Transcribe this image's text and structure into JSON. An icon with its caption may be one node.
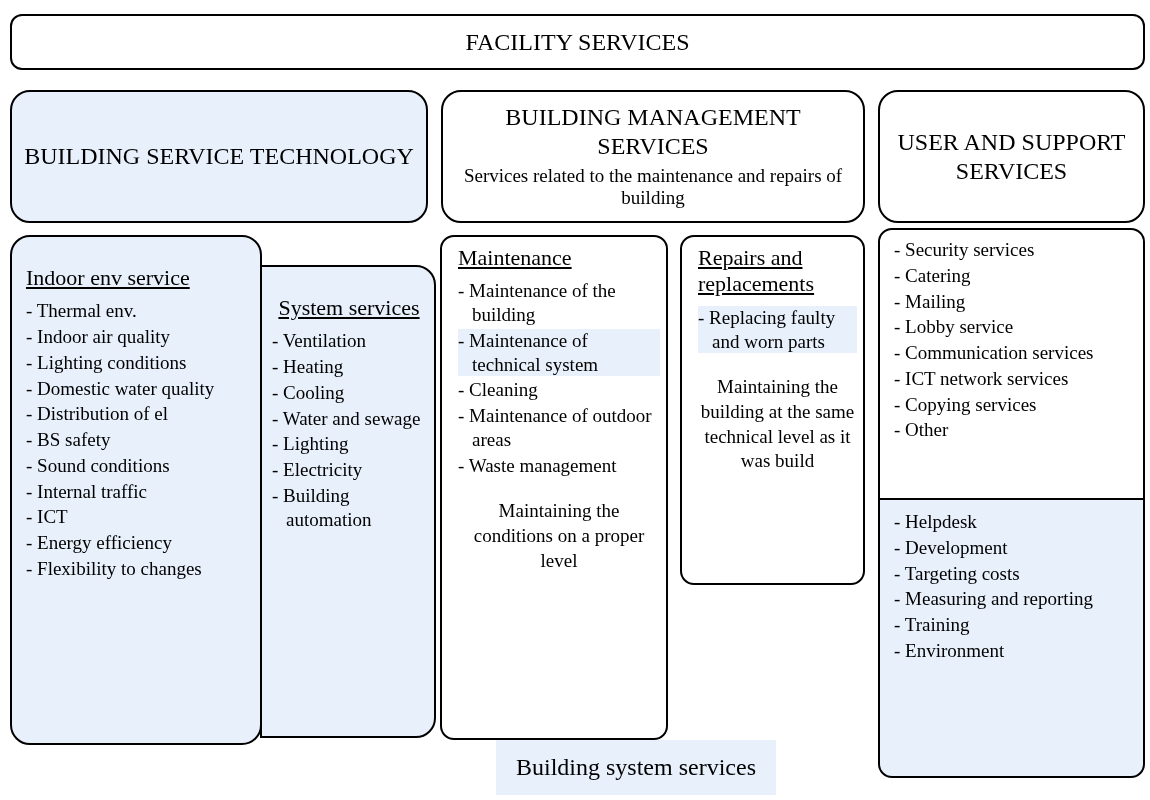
{
  "diagram": {
    "nodes": [
      {
        "text": [
          "FACILITY SERVICES"
        ]
      },
      {
        "text": [
          "BUILDING SERVICE TECHNOLOGY"
        ]
      },
      {
        "text": [
          "BUILDING MANAGEMENT SERVICES",
          "Services related to the maintenance and repairs of building"
        ]
      },
      {
        "text": [
          "USER AND SUPPORT SERVICES"
        ]
      },
      {
        "text": [
          "Indoor env service",
          "- Thermal env.",
          "- Indoor air quality",
          "- Lighting conditions",
          "- Domestic water quality",
          "- Distribution of el",
          "- BS safety",
          "- Sound conditions",
          "- Internal traffic",
          "- ICT",
          "- Energy efficiency",
          "- Flexibility to changes"
        ]
      },
      {
        "text": [
          "System services",
          "- Ventilation",
          "- Heating",
          "- Cooling",
          "- Water and sewage",
          "- Lighting",
          "- Electricity",
          "- Building automation"
        ]
      },
      {
        "text": [
          "Maintenance",
          "- Maintenance of the building",
          "- Maintenance of technical system",
          "- Cleaning",
          "- Maintenance of outdoor areas",
          "- Waste management",
          "Maintaining the conditions on a proper level"
        ]
      },
      {
        "text": [
          "Repairs and replacements",
          "- Replacing faulty and worn parts",
          "Maintaining the building at the same technical level as it was build"
        ]
      },
      {
        "text": [
          "- Security services",
          "- Catering",
          "- Mailing",
          "- Lobby service",
          "- Communication services",
          "- ICT network services",
          "- Copying services",
          "- Other"
        ]
      },
      {
        "text": [
          "- Helpdesk",
          "- Development",
          "- Targeting costs",
          "- Measuring and reporting",
          "- Training",
          "- Environment"
        ]
      }
    ],
    "legend": [
      {
        "text": "Building system services",
        "color": "#e8f0fb"
      }
    ]
  }
}
